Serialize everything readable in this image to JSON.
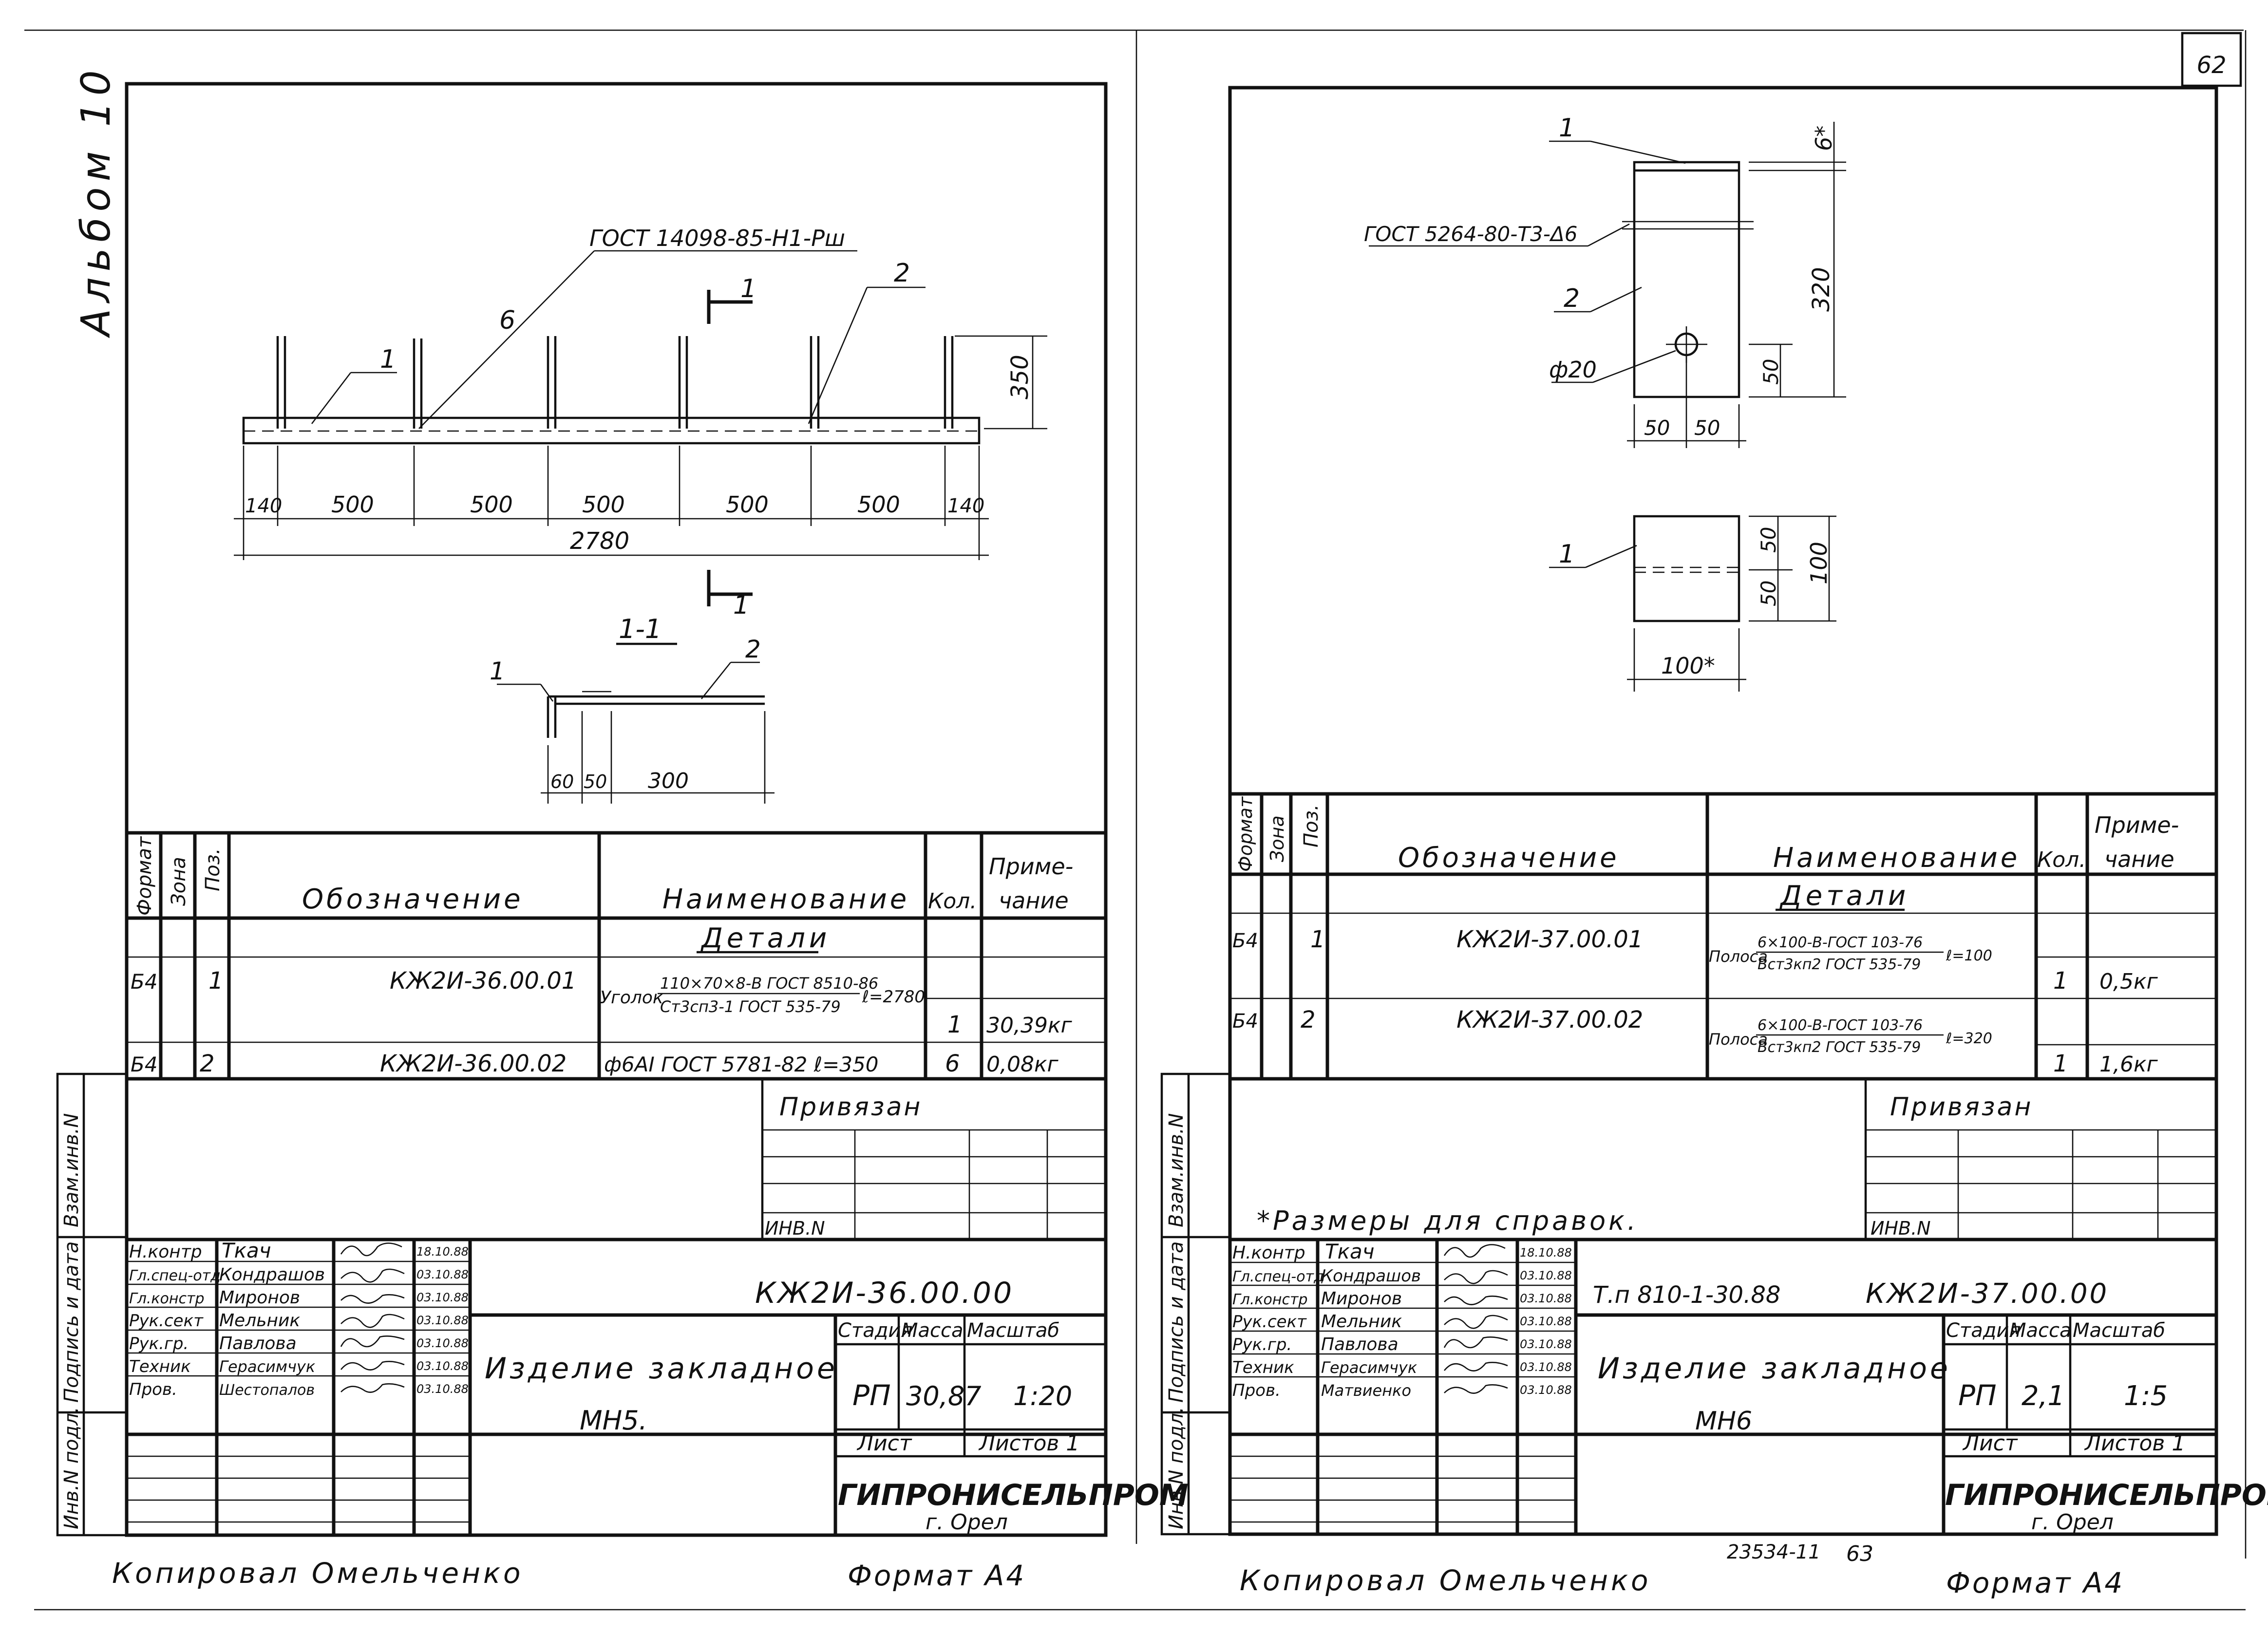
{
  "page_number": "62",
  "album_label": "Альбом 10",
  "left": {
    "drawing": {
      "callout_std": "ГОСТ 14098-85-Н1-Рш",
      "callout_1": "1",
      "callout_2": "2",
      "callout_6": "6",
      "section_mark": "1",
      "height_dim": "350",
      "bottom_dims": [
        "140",
        "500",
        "500",
        "500",
        "500",
        "500",
        "140"
      ],
      "total_dim": "2780",
      "section_title": "1-1",
      "sec_callout_1": "1",
      "sec_callout_2": "2",
      "sec_dims": [
        "60",
        "50",
        "300"
      ]
    },
    "spec": {
      "headers": [
        "Формат",
        "Зона",
        "Поз.",
        "Обозначение",
        "Наименование",
        "Кол.",
        "Приме-",
        "чание"
      ],
      "section": "Детали",
      "rows": [
        {
          "format": "Б4",
          "pos": "1",
          "designation": "КЖ2И-36.00.01",
          "name_prefix": "Уголок",
          "name_top": "110×70×8-В ГОСТ 8510-86",
          "name_bottom": "Ст3сп3-1 ГОСТ 535-79",
          "name_suffix": "ℓ=2780",
          "qty": "1",
          "note": "30,39кг"
        },
        {
          "format": "Б4",
          "pos": "2",
          "designation": "КЖ2И-36.00.02",
          "name": "ф6АI ГОСТ 5781-82 ℓ=350",
          "qty": "6",
          "note": "0,08кг"
        }
      ]
    },
    "title_block": {
      "privyazan": "Привязан",
      "inv": "ИНВ.N",
      "code": "КЖ2И-36.00.00",
      "roles": [
        "Н.контр",
        "Гл.спец-отд",
        "Гл.констр",
        "Рук.сект",
        "Рук.гр.",
        "Техник",
        "Пров."
      ],
      "names": [
        "Ткач",
        "Кондрашов",
        "Миронов",
        "Мельник",
        "Павлова",
        "Герасимчук",
        "Шестопалов"
      ],
      "dates": [
        "18.10.88",
        "03.10.88",
        "03.10.88",
        "03.10.88",
        "03.10.88",
        "03.10.88",
        "03.10.88"
      ],
      "title_line1": "Изделие закладное",
      "title_line2": "МН5.",
      "stadia_label": "Стадия",
      "massa_label": "Масса",
      "masshtab_label": "Масштаб",
      "stadia": "РП",
      "massa": "30,87",
      "masshtab": "1:20",
      "list_label": "Лист",
      "listov_label": "Листов 1",
      "org": "ГИПРОНИСЕЛЬПРОМ",
      "city": "г. Орел"
    },
    "side_labels": [
      "Взам.инв.N",
      "Подпись и дата",
      "Инв.N подл."
    ],
    "footer_left": "Копировал Омельченко",
    "footer_right": "Формат А4"
  },
  "right": {
    "drawing": {
      "callout_1": "1",
      "callout_2": "2",
      "callout_std": "ГОСТ 5264-80-Т3-Δ6",
      "thickness_dim": "6*",
      "height_dim": "320",
      "hole_dim": "ф20",
      "hole_offset_dim": "50",
      "width_dims": [
        "50",
        "50"
      ],
      "small_callout_1": "1",
      "small_dims_side": [
        "50",
        "50"
      ],
      "small_height_dim": "100",
      "small_width_dim": "100*",
      "note": "*Размеры для справок."
    },
    "spec": {
      "headers": [
        "Формат",
        "Зона",
        "Поз.",
        "Обозначение",
        "Наименование",
        "Кол.",
        "Приме-",
        "чание"
      ],
      "section": "Детали",
      "rows": [
        {
          "format": "Б4",
          "pos": "1",
          "designation": "КЖ2И-37.00.01",
          "name_prefix": "Полоса",
          "name_top": "6×100-В-ГОСТ 103-76",
          "name_bottom": "Вст3кп2 ГОСТ 535-79",
          "name_suffix": "ℓ=100",
          "qty": "1",
          "note": "0,5кг"
        },
        {
          "format": "Б4",
          "pos": "2",
          "designation": "КЖ2И-37.00.02",
          "name_prefix": "Полоса",
          "name_top": "6×100-В-ГОСТ 103-76",
          "name_bottom": "Вст3кп2 ГОСТ 535-79",
          "name_suffix": "ℓ=320",
          "qty": "1",
          "note": "1,6кг"
        }
      ]
    },
    "title_block": {
      "privyazan": "Привязан",
      "inv": "ИНВ.N",
      "series": "Т.п 810-1-30.88",
      "code": "КЖ2И-37.00.00",
      "roles": [
        "Н.контр",
        "Гл.спец-отд",
        "Гл.констр",
        "Рук.сект",
        "Рук.гр.",
        "Техник",
        "Пров."
      ],
      "names": [
        "Ткач",
        "Кондрашов",
        "Миронов",
        "Мельник",
        "Павлова",
        "Герасимчук",
        "Матвиенко"
      ],
      "dates": [
        "18.10.88",
        "03.10.88",
        "03.10.88",
        "03.10.88",
        "03.10.88",
        "03.10.88",
        "03.10.88"
      ],
      "title_line1": "Изделие закладное",
      "title_line2": "МН6",
      "stadia_label": "Стадия",
      "massa_label": "Масса",
      "masshtab_label": "Масштаб",
      "stadia": "РП",
      "massa": "2,1",
      "masshtab": "1:5",
      "list_label": "Лист",
      "listov_label": "Листов 1",
      "org": "ГИПРОНИСЕЛЬПРОМ",
      "city": "г. Орел"
    },
    "side_labels": [
      "Взам.инв.N",
      "Подпись и дата",
      "Инв.N подл."
    ],
    "stamp_number": "23534-11",
    "stamp_page": "63",
    "footer_left": "Копировал Омельченко",
    "footer_right": "Формат А4"
  }
}
